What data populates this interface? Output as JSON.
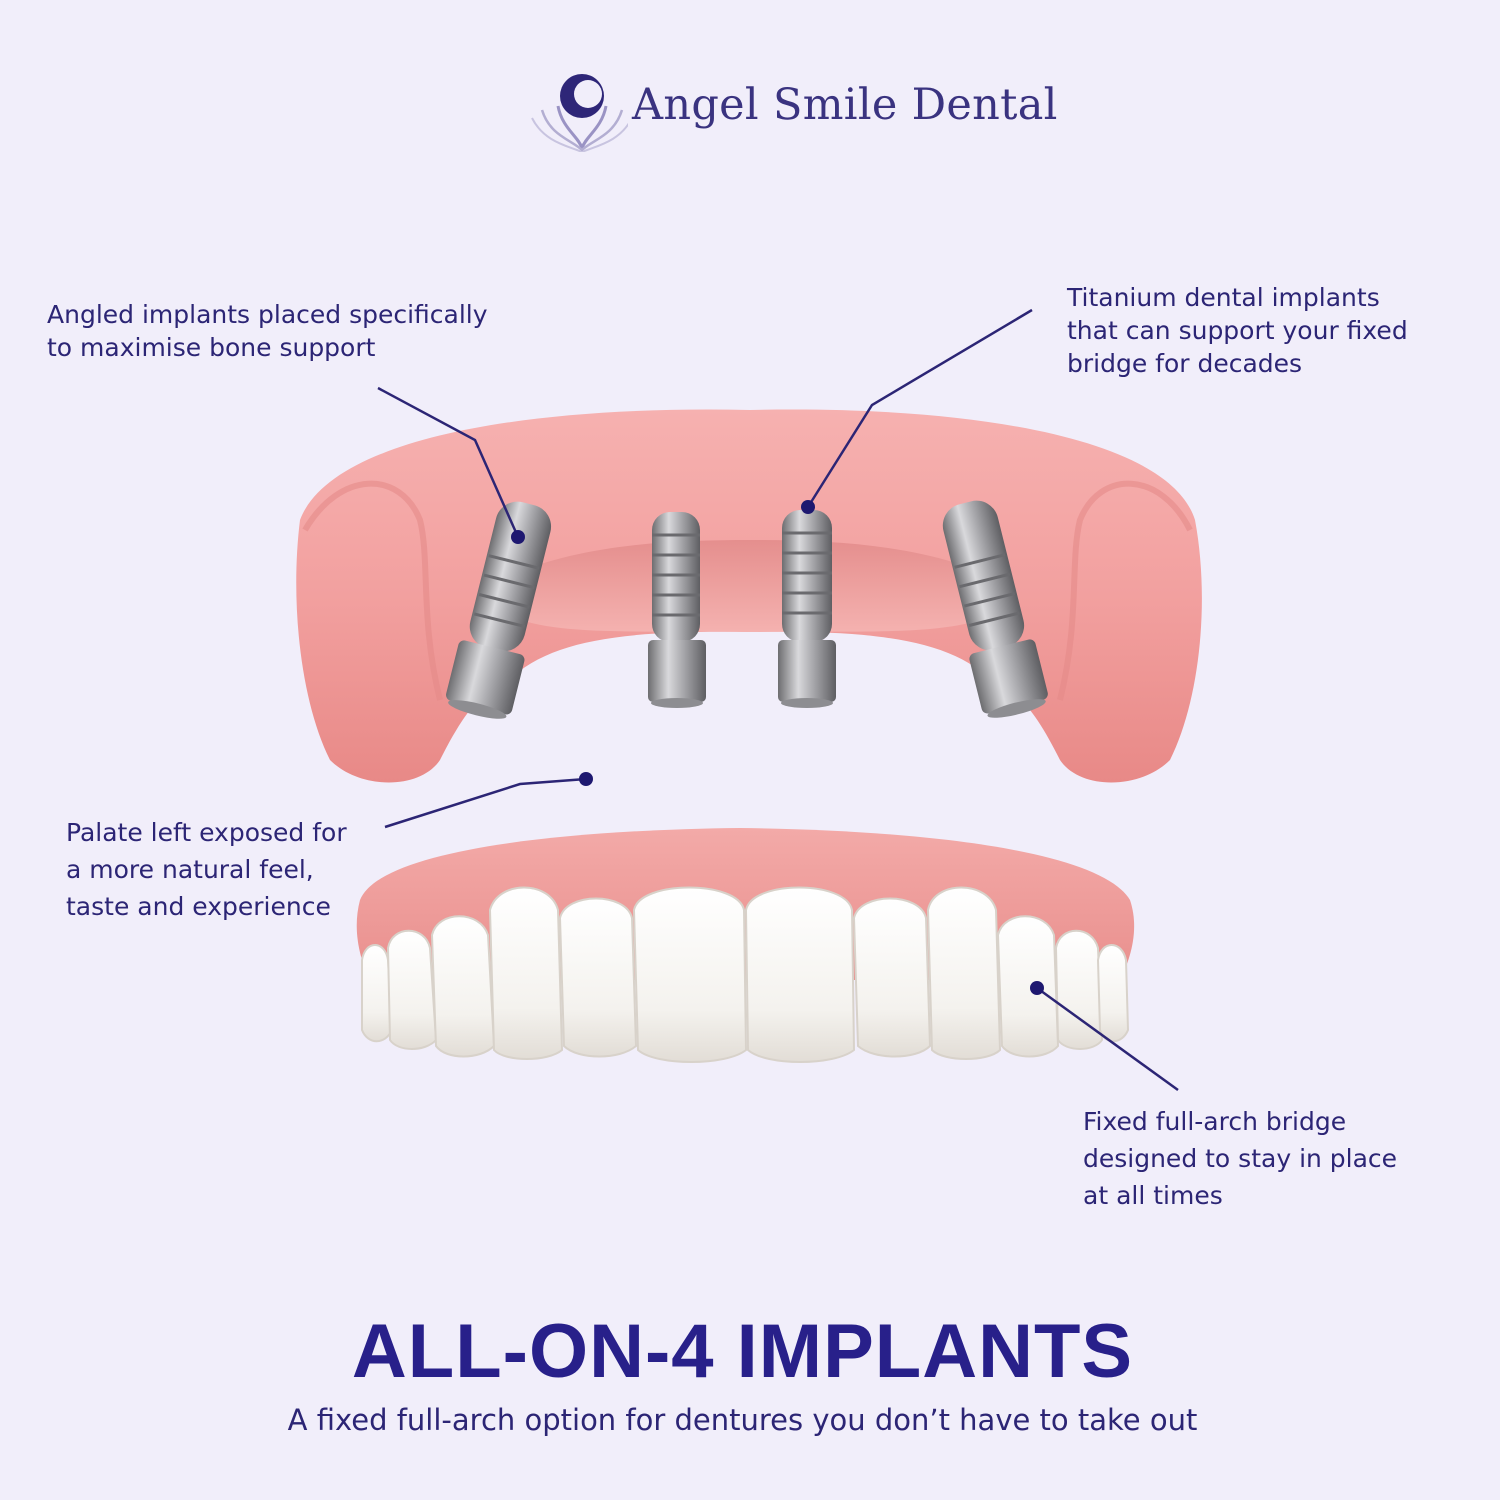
{
  "brand": {
    "name": "Angel Smile Dental",
    "accent_color": "#28208a",
    "background_color": "#f1eefa",
    "gum_color": "#f2a3a2",
    "logo_icon": "angel-hands-logo-icon"
  },
  "callouts": {
    "angled_implants": "Angled implants placed specifically\nto maximise bone support",
    "titanium_implants": "Titanium dental implants\nthat can support your fixed\nbridge for decades",
    "palate": "Palate left exposed for\na more natural feel,\ntaste and experience",
    "bridge": "Fixed full-arch bridge\ndesigned to stay in place\nat all times"
  },
  "heading": {
    "title": "ALL-ON-4 IMPLANTS",
    "subtitle": "A fixed full-arch option for dentures you don’t have to take out"
  }
}
